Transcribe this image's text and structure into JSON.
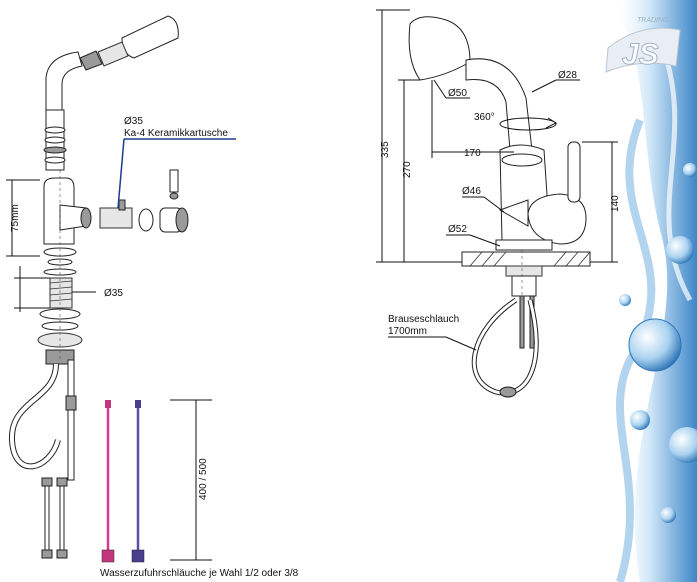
{
  "logo": {
    "text": "JS",
    "subtext": "TRADING"
  },
  "labels": {
    "cartridge_dia": "Ø35",
    "cartridge_name": "Ka-4 Keramikkartusche",
    "height_75": "75mm",
    "thread_dia": "Ø35",
    "hose_length": "400 / 500",
    "supply_hoses": "Wasserzufuhrschläuche je Wahl 1/2  oder 3/8",
    "dim_335": "335",
    "dim_270": "270",
    "spout_dia": "Ø50",
    "pipe_dia": "Ø28",
    "rotation": "360°",
    "reach": "170",
    "height_140": "140",
    "body_dia": "Ø46",
    "base_dia": "Ø52",
    "shower_hose": "Brauseschlauch",
    "shower_hose_len": "1700mm"
  },
  "colors": {
    "hose_pink": "#d63b8f",
    "hose_violet": "#5b4fa0",
    "water_light": "#cfe6f7",
    "water_mid": "#8ec3ea",
    "water_dark": "#3d86c9",
    "leader_blue": "#1c3f8c"
  }
}
